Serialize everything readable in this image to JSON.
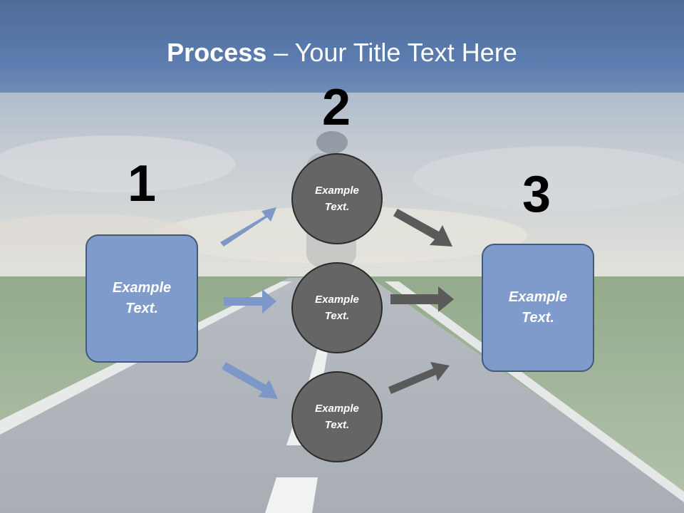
{
  "title": {
    "bold": "Process",
    "rest": " – Your Title Text Here"
  },
  "steps": {
    "n1": "1",
    "n2": "2",
    "n3": "3"
  },
  "left_box": {
    "text": "Example Text."
  },
  "circles": [
    {
      "text": "Example Text."
    },
    {
      "text": "Example Text."
    },
    {
      "text": "Example Text."
    }
  ],
  "right_box": {
    "text": "Example Text."
  },
  "colors": {
    "title_band": "#5b7cae",
    "box_fill": "#7f9bcb",
    "circle_fill": "#656565",
    "blue_arrow": "#7d98c6",
    "dark_arrow": "#5a5a5a"
  }
}
